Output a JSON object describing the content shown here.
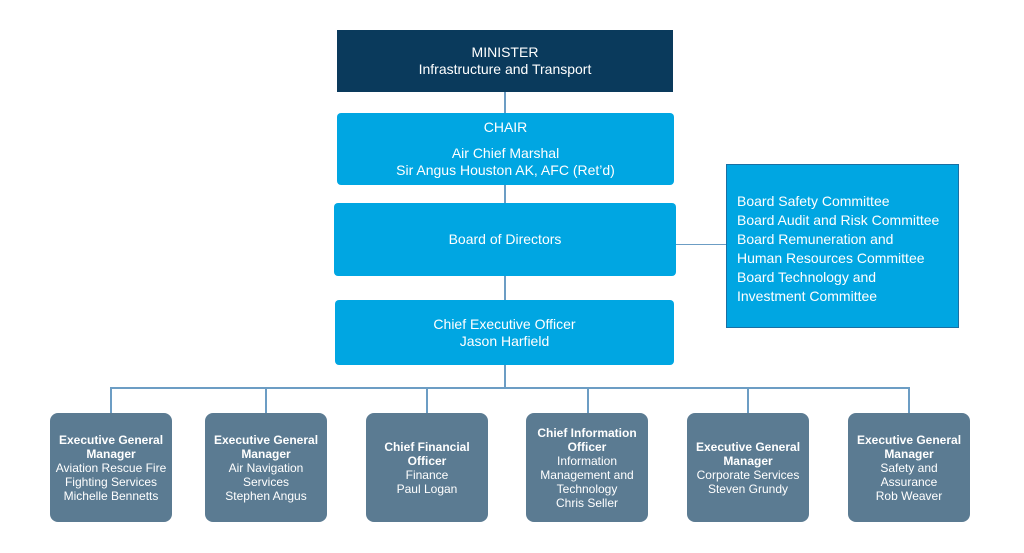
{
  "minister": {
    "line1": "MINISTER",
    "line2": "Infrastructure and Transport"
  },
  "chair": {
    "line1": "CHAIR",
    "line2": "Air Chief Marshal",
    "line3": "Sir Angus Houston AK, AFC (Ret’d)"
  },
  "board": {
    "label": "Board of Directors"
  },
  "ceo": {
    "line1": "Chief Executive Officer",
    "line2": "Jason Harfield"
  },
  "committees": [
    "Board Safety Committee",
    "Board Audit and Risk Committee",
    "Board Remuneration and",
    "Human Resources Committee",
    "Board Technology and",
    "Investment Committee"
  ],
  "executives": [
    {
      "title": [
        "Executive General",
        "Manager"
      ],
      "details": [
        "Aviation Rescue Fire",
        "Fighting Services",
        "Michelle Bennetts"
      ]
    },
    {
      "title": [
        "Executive General",
        "Manager"
      ],
      "details": [
        "Air Navigation",
        "Services",
        "Stephen Angus"
      ]
    },
    {
      "title": [
        "Chief Financial",
        "Officer"
      ],
      "details": [
        "Finance",
        "Paul Logan"
      ]
    },
    {
      "title": [
        "Chief Information",
        "Officer"
      ],
      "details": [
        "Information",
        "Management and",
        "Technology",
        "Chris Seller"
      ]
    },
    {
      "title": [
        "Executive General",
        "Manager"
      ],
      "details": [
        "Corporate Services",
        "Steven Grundy"
      ]
    },
    {
      "title": [
        "Executive General",
        "Manager"
      ],
      "details": [
        "Safety and",
        "Assurance",
        "Rob Weaver"
      ]
    }
  ],
  "colors": {
    "minister": "#0a3a5c",
    "primary": "#00a6e2",
    "executive": "#5b7b92",
    "connector": "#6c9dc4"
  }
}
